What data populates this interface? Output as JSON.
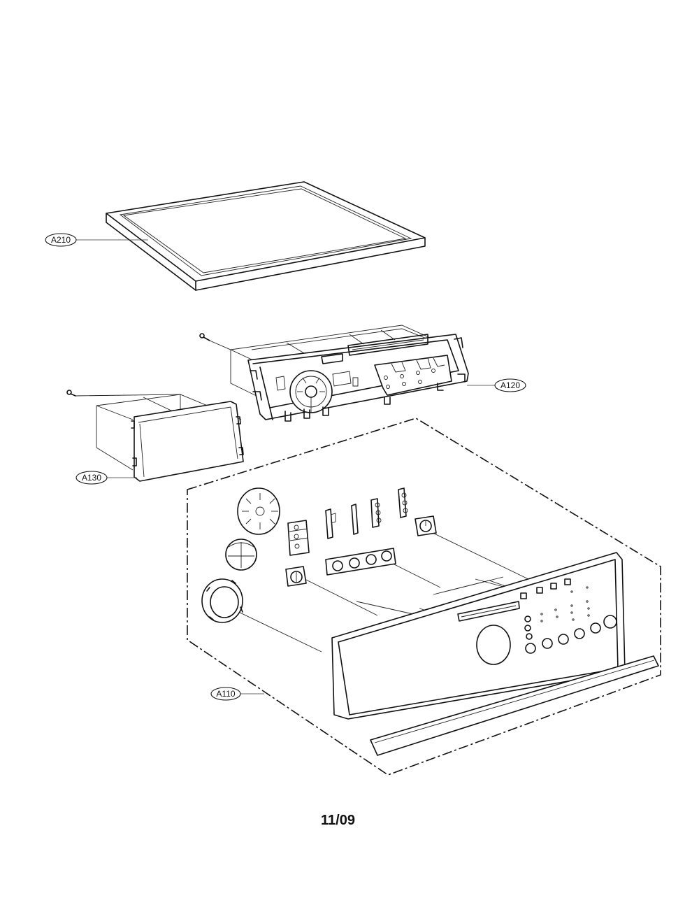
{
  "callouts": {
    "top_cover": "A210",
    "control_pcb": "A120",
    "pcb_cover": "A130",
    "control_panel": "A110"
  },
  "footer": {
    "date_code": "11/09"
  }
}
